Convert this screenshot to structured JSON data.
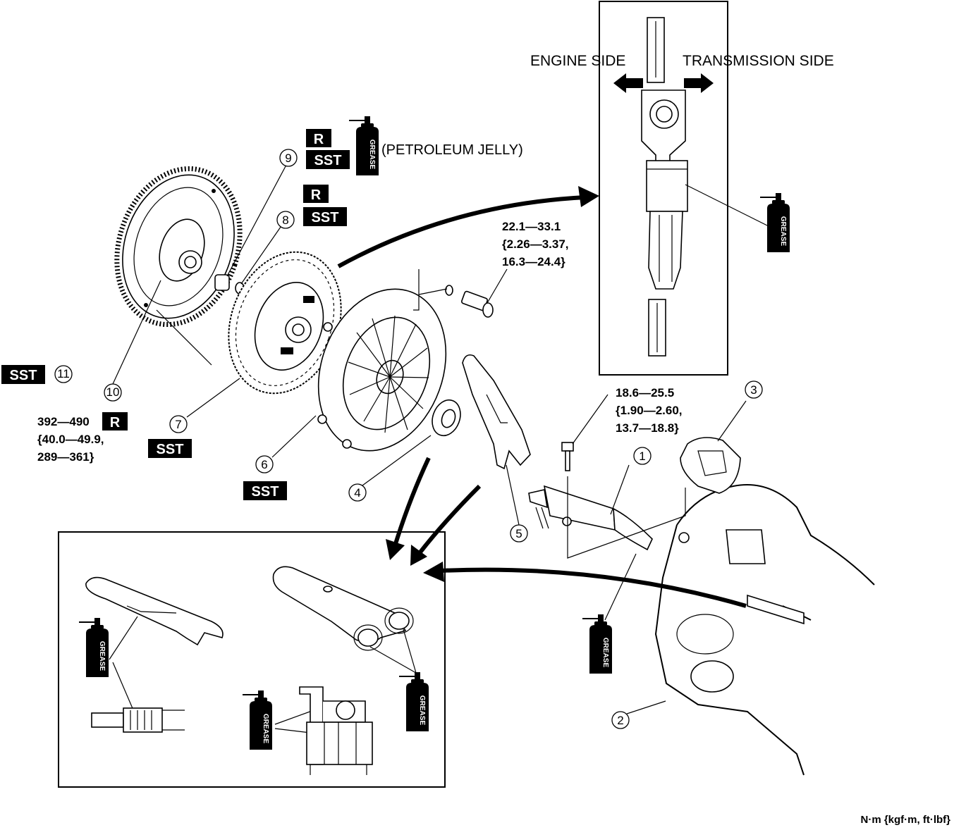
{
  "directions": {
    "engine_side": "ENGINE SIDE",
    "transmission_side": "TRANSMISSION SIDE"
  },
  "labels": {
    "petroleum_jelly": "(PETROLEUM JELLY)",
    "grease": "GREASE",
    "sst": "SST",
    "r": "R"
  },
  "callouts": {
    "c1": "1",
    "c2": "2",
    "c3": "3",
    "c4": "4",
    "c5": "5",
    "c6": "6",
    "c7": "7",
    "c8": "8",
    "c9": "9",
    "c10": "10",
    "c11": "11"
  },
  "torques": {
    "pressure_plate": [
      "22.1—33.1",
      "{2.26—3.37,",
      "16.3—24.4}"
    ],
    "release_cylinder": [
      "18.6—25.5",
      "{1.90—2.60,",
      "13.7—18.8}"
    ],
    "flywheel_bolt": [
      "392—490",
      "{40.0—49.9,",
      "289—361}"
    ]
  },
  "units": "N·m  {kgf·m,  ft·lbf}"
}
